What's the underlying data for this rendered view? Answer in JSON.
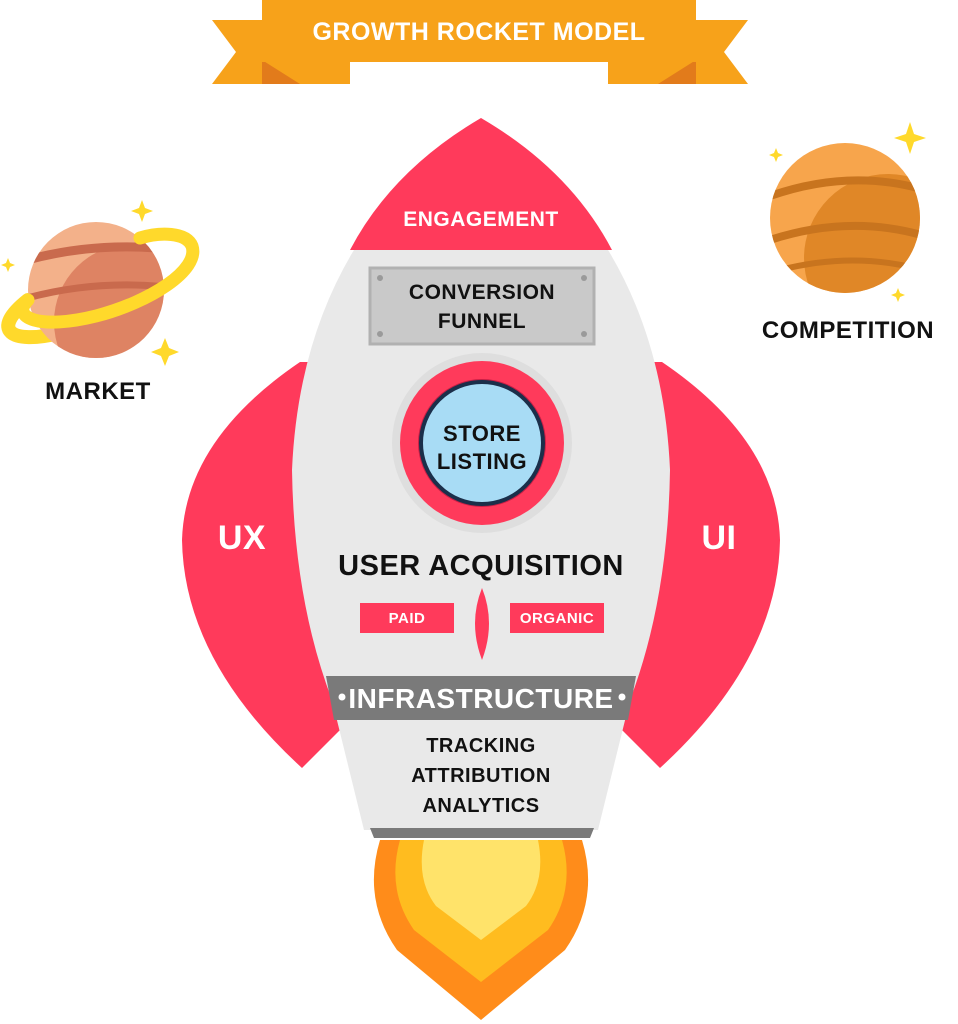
{
  "banner": {
    "title": "GROWTH ROCKET MODEL"
  },
  "rocket": {
    "nose_label": "ENGAGEMENT",
    "plate": {
      "line1": "CONVERSION",
      "line2": "FUNNEL"
    },
    "porthole": {
      "line1": "STORE",
      "line2": "LISTING"
    },
    "left_fin_label": "UX",
    "right_fin_label": "UI",
    "acquisition": {
      "title": "USER ACQUISITION",
      "left_tag": "PAID",
      "right_tag": "ORGANIC"
    },
    "band_label": "INFRASTRUCTURE",
    "base_items": [
      "TRACKING",
      "ATTRIBUTION",
      "ANALYTICS"
    ]
  },
  "planets": {
    "left_label": "MARKET",
    "right_label": "COMPETITION"
  },
  "colors": {
    "banner_orange": "#f7a21a",
    "banner_dark": "#e27b1b",
    "rocket_red": "#ff3a5b",
    "rocket_body": "#e9e9e9",
    "plate_grey": "#c9c9c9",
    "band_grey": "#7a7a7a",
    "porthole_blue": "#a8dcf5",
    "flame_outer": "#ff8c1a",
    "flame_mid": "#ffbc1f",
    "flame_inner": "#ffe36a",
    "star_yellow": "#ffd92b",
    "text_dark": "#111111",
    "text_white": "#ffffff"
  }
}
